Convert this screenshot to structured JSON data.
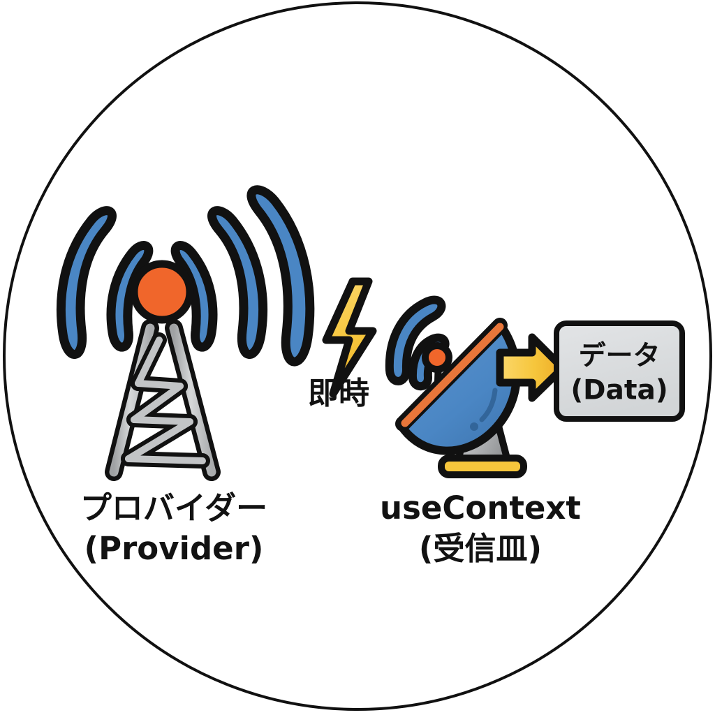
{
  "diagram": {
    "title_hidden": "",
    "frame": {
      "shape": "circle",
      "stroke_color": "#111111",
      "fill_color": "#ffffff"
    },
    "palette": {
      "wave_blue": "#4a86c4",
      "outline_black": "#111111",
      "tower_gray": "#bfc1c2",
      "beacon_orange": "#f0662b",
      "bolt_yellow": "#f6c63c",
      "arrow_yellow": "#f8cf57",
      "arrow_yellow_dark": "#eeae2d",
      "dish_blue": "#4a86c4",
      "dish_rim_orange": "#e8763a",
      "stand_gray": "#b6b8ba",
      "base_yellow": "#f6c63c",
      "box_fill": "#d9dcde"
    },
    "nodes": [
      {
        "id": "provider",
        "icon": "broadcast-tower-icon",
        "label_line1": "プロバイダー",
        "label_line2": "(Provider)"
      },
      {
        "id": "usecontext",
        "icon": "satellite-dish-icon",
        "label_line1": "useContext",
        "label_line2": "(受信皿)"
      },
      {
        "id": "data",
        "icon": "data-box",
        "label_line1": "データ",
        "label_line2": "(Data)"
      }
    ],
    "connector": {
      "id": "instant-transmission",
      "icon": "lightning-bolt-icon",
      "label": "即時"
    },
    "delivery_arrow": {
      "id": "data-delivery-arrow",
      "icon": "arrow-right-icon"
    }
  }
}
